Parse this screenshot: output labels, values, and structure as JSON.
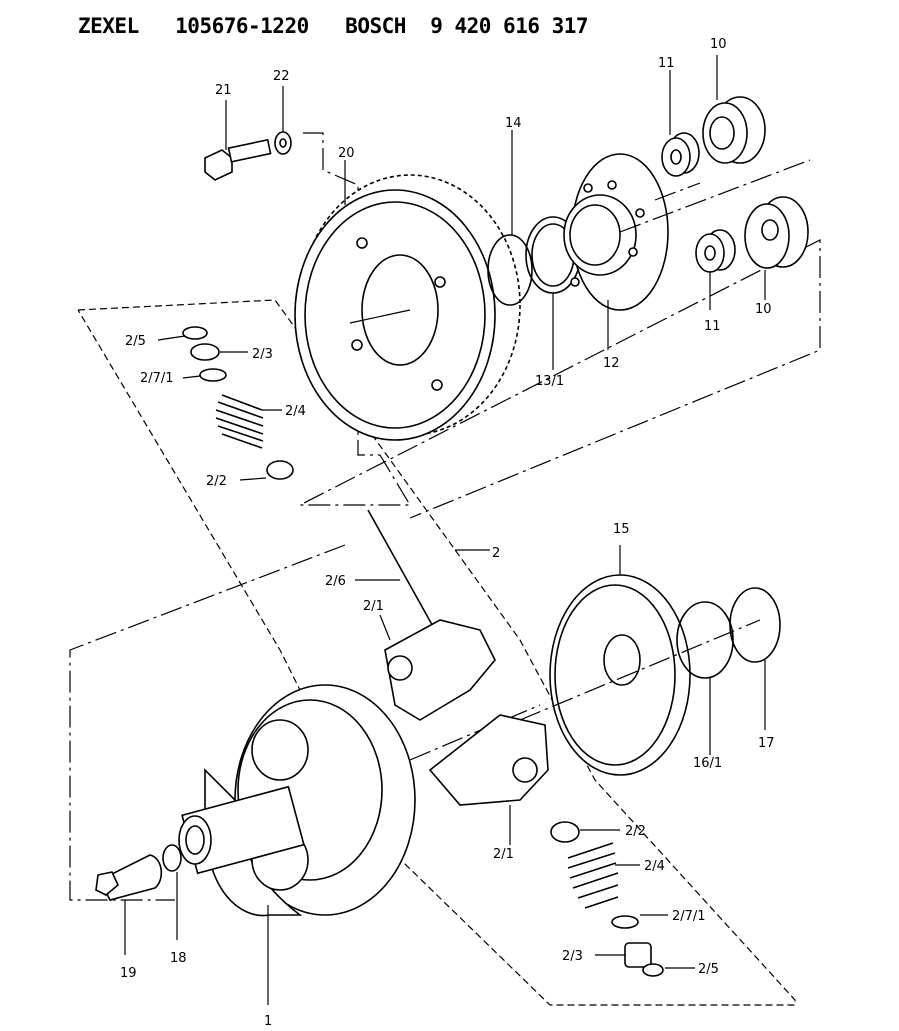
{
  "header": {
    "brand1": "ZEXEL",
    "part1": "105676-1220",
    "brand2": "BOSCH",
    "part2": "9 420 616 317"
  },
  "labels": {
    "l1": "1",
    "l2": "2",
    "l2_1a": "2/1",
    "l2_1b": "2/1",
    "l2_2a": "2/2",
    "l2_2b": "2/2",
    "l2_3a": "2/3",
    "l2_3b": "2/3",
    "l2_4a": "2/4",
    "l2_4b": "2/4",
    "l2_5a": "2/5",
    "l2_5b": "2/5",
    "l2_6": "2/6",
    "l2_7_1a": "2/7/1",
    "l2_7_1b": "2/7/1",
    "l10a": "10",
    "l10b": "10",
    "l11a": "11",
    "l11b": "11",
    "l12": "12",
    "l13_1": "13/1",
    "l14": "14",
    "l15": "15",
    "l16_1": "16/1",
    "l17": "17",
    "l18": "18",
    "l19": "19",
    "l20": "20",
    "l21": "21",
    "l22": "22"
  }
}
